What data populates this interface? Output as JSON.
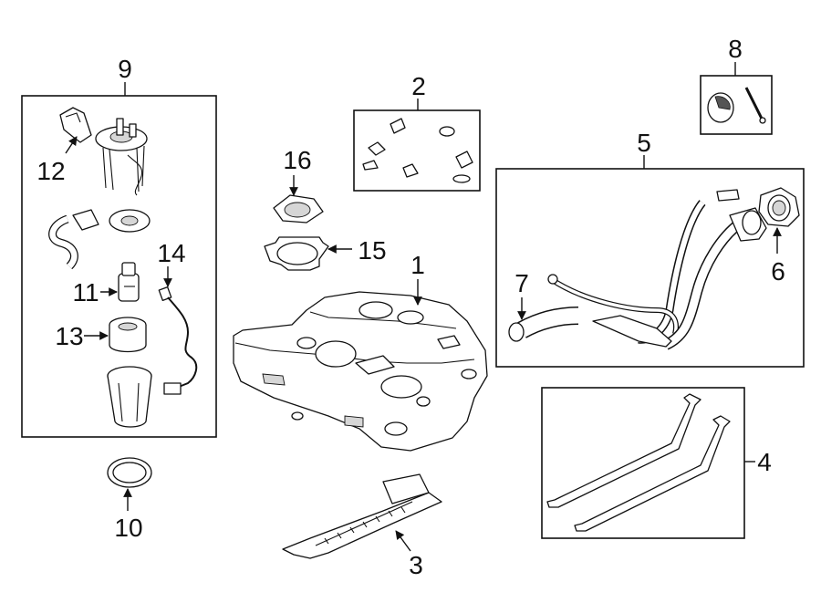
{
  "callouts": {
    "c1": "1",
    "c2": "2",
    "c3": "3",
    "c4": "4",
    "c5": "5",
    "c6": "6",
    "c7": "7",
    "c8": "8",
    "c9": "9",
    "c10": "10",
    "c11": "11",
    "c12": "12",
    "c13": "13",
    "c14": "14",
    "c15": "15",
    "c16": "16"
  },
  "colors": {
    "line": "#111111",
    "background": "#ffffff",
    "shade": "#d6d6d6"
  }
}
